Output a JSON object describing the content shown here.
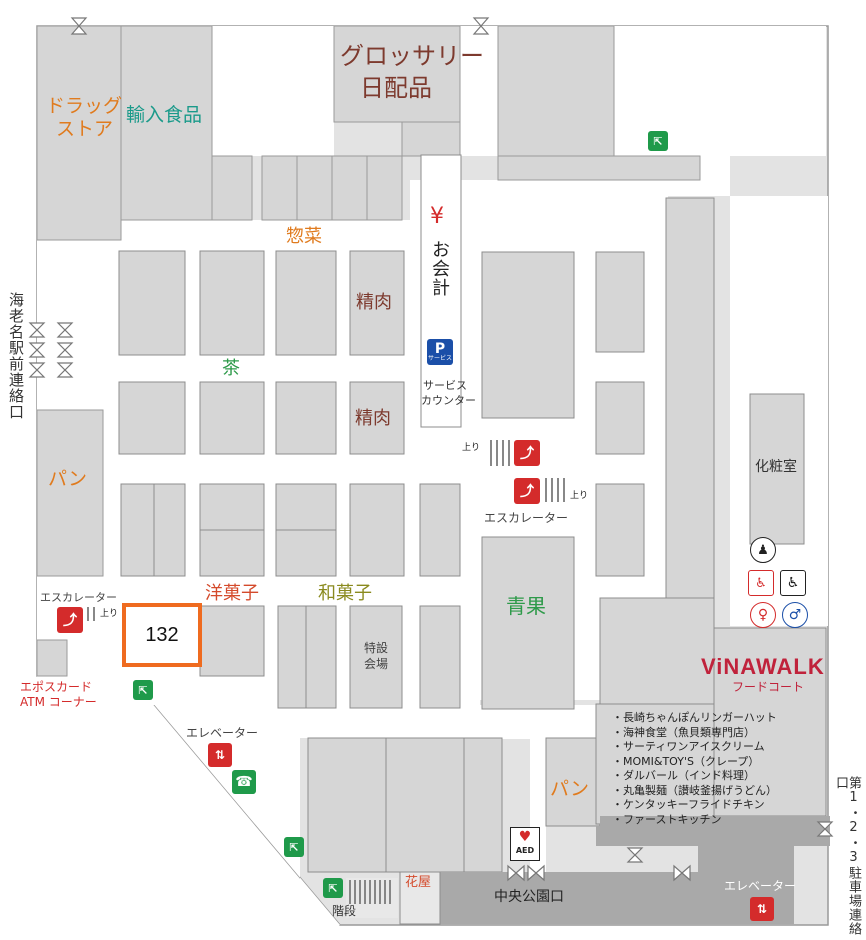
{
  "store_labels": {
    "drugstore_line1": "ドラッグ",
    "drugstore_line2": "ストア",
    "imported_food": "輸入食品",
    "grocery_line1": "グロッサリー",
    "grocery_line2": "日配品",
    "sozai": "惣菜",
    "yen": "¥",
    "checkout": "お会計",
    "service_badge_letter": "P",
    "service_badge_text": "サービス",
    "service_counter_line1": "サービス",
    "service_counter_line2": "カウンター",
    "meat_1": "精肉",
    "meat_2": "精肉",
    "tea": "茶",
    "bread_left": "パン",
    "bread_right": "パン",
    "western_sweets": "洋菓子",
    "japanese_sweets": "和菓子",
    "special_venue_line1": "特設",
    "special_venue_line2": "会場",
    "produce": "青果",
    "powder_room": "化粧室",
    "florist": "花屋",
    "central_park_exit": "中央公園口",
    "stairs": "階段",
    "epos_line1": "エポスカード",
    "epos_line2": "ATM コーナー"
  },
  "escalators": {
    "center_up_top": "上り",
    "center_up_bottom": "上り",
    "center_label": "エスカレーター",
    "left_label": "エスカレーター",
    "left_up": "上り"
  },
  "elevators": {
    "left_label": "エレベーター",
    "right_label": "エレベーター"
  },
  "exits": {
    "ebina_station": "海老名駅前連絡口",
    "parking": "第1・2・3駐車場連絡口"
  },
  "food_court": {
    "brand": "ViNAWALK",
    "subtitle": "フードコート",
    "tenants": [
      "・長崎ちゃんぽんリンガーハット",
      "・海神食堂（魚貝類専門店）",
      "・サーティワンアイスクリーム",
      "・MOMI&TOY'S（クレープ）",
      "・ダルバール（インド料理）",
      "・丸亀製麺（讃岐釜揚げうどん）",
      "・ケンタッキーフライドチキン",
      "・ファーストキッチン"
    ]
  },
  "aed": "AED",
  "callout": {
    "number": "132",
    "color": "#ef6b1f"
  },
  "colors": {
    "floor": "#e3e3e3",
    "walkway": "#ffffff",
    "block": "#d6d6d6",
    "block_border": "#8d8d8d",
    "dark": "#a9a9a9",
    "label_orange": "#e07b1e",
    "label_red": "#c0392b",
    "label_green": "#2e9a4a",
    "label_teal": "#1a9a8a",
    "label_brown": "#7d3a2e",
    "label_olive": "#8a8a1e",
    "exit_green": "#1f9a4a",
    "escalator_red": "#d42b2b"
  }
}
